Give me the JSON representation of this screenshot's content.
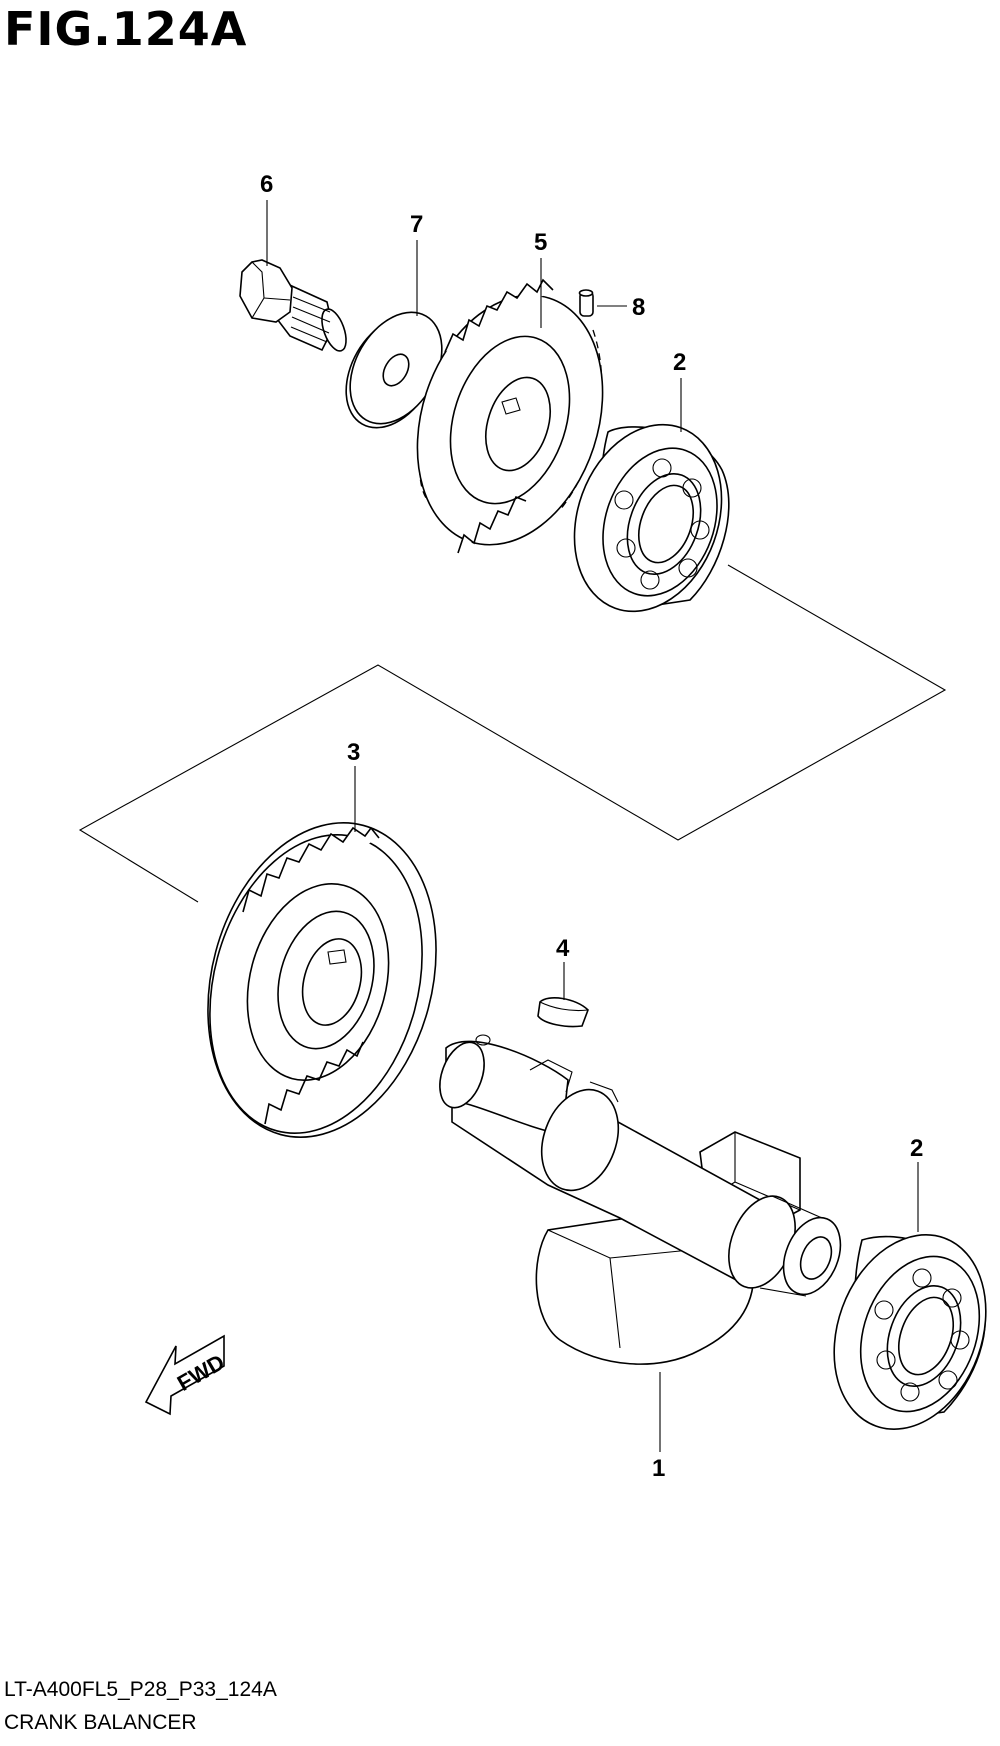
{
  "figure": {
    "title": "FIG.124A",
    "model_code": "LT-A400FL5_P28_P33_124A",
    "assembly_name": "CRANK BALANCER"
  },
  "callouts": {
    "shaft": "1",
    "bearing_upper": "2",
    "bearing_lower": "2",
    "driven_gear": "3",
    "key": "4",
    "drive_gear": "5",
    "bolt": "6",
    "washer": "7",
    "pin": "8"
  },
  "direction_marker": {
    "label": "FWD",
    "icon": "arrow-down-left-icon"
  }
}
